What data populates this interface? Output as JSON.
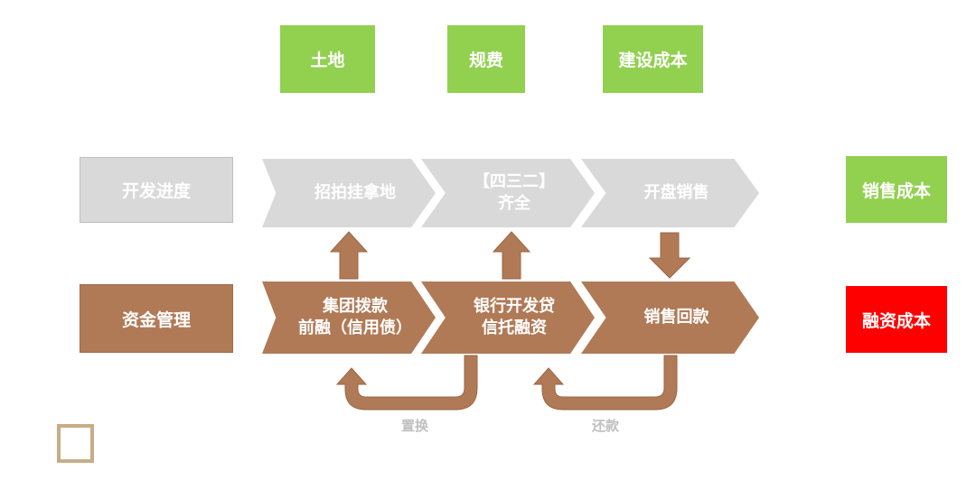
{
  "costs": {
    "land": "土地",
    "fees": "规费",
    "construction": "建设成本",
    "sales_cost": "销售成本",
    "financing_cost": "融资成本"
  },
  "progress": {
    "label": "开发进度",
    "steps": [
      "招拍挂拿地",
      "【四三二】\n齐全",
      "开盘销售"
    ]
  },
  "funds": {
    "label": "资金管理",
    "steps": [
      "集团拨款\n前融（信用债）",
      "银行开发贷\n信托融资",
      "销售回款"
    ]
  },
  "loops": {
    "replace": "置换",
    "repay": "还款"
  },
  "colors": {
    "green": "#92d050",
    "gray": "#d9d9d9",
    "brown": "#b07a57",
    "red": "#ff0000"
  }
}
